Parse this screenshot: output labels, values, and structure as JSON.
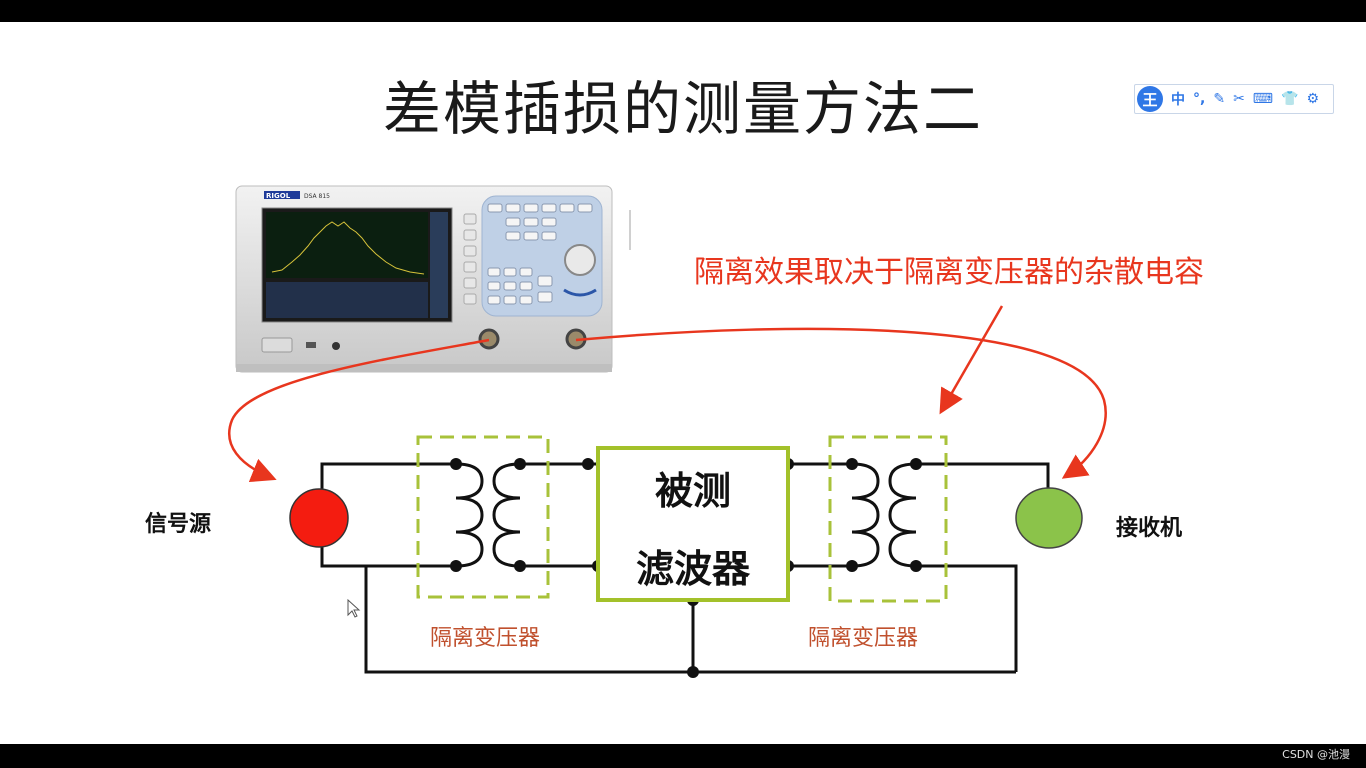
{
  "slide": {
    "title": "差模插损的测量方法二",
    "annotation": "隔离效果取决于隔离变压器的杂散电容",
    "signal_source_label": "信号源",
    "receiver_label": "接收机",
    "dut_line1": "被测",
    "dut_line2": "滤波器",
    "transformer_left_label": "隔离变压器",
    "transformer_right_label": "隔离变压器",
    "analyzer_brand": "RIGOL",
    "analyzer_model": "DSA 815"
  },
  "ime_toolbar": {
    "logo": "王",
    "mode": "中",
    "icons": [
      "punctuation-icon",
      "pen-icon",
      "scissors-icon",
      "keyboard-icon",
      "skin-icon",
      "settings-icon"
    ]
  },
  "footer": {
    "watermark": "CSDN @池漫"
  },
  "colors": {
    "annotation_red": "#e8361e",
    "signal_source": "#f41c10",
    "receiver": "#8bc34a",
    "dashed_box": "#a8c23a",
    "dut_box": "#a3c12a",
    "transformer_label": "#c0502d"
  }
}
